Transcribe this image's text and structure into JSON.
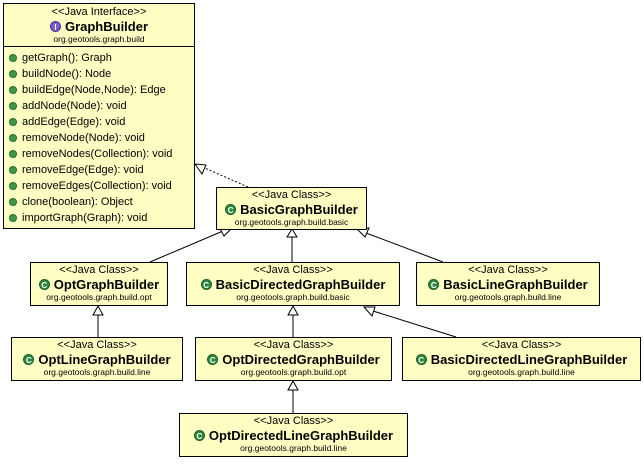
{
  "interface": {
    "stereotype": "<<Java Interface>>",
    "name": "GraphBuilder",
    "package": "org.geotools.graph.build",
    "icon": "interface-icon",
    "methods": [
      "getGraph(): Graph",
      "buildNode(): Node",
      "buildEdge(Node,Node): Edge",
      "addNode(Node): void",
      "addEdge(Edge): void",
      "removeNode(Node): void",
      "removeNodes(Collection): void",
      "removeEdge(Edge): void",
      "removeEdges(Collection): void",
      "clone(boolean): Object",
      "importGraph(Graph): void"
    ]
  },
  "classes": {
    "basic": {
      "stereotype": "<<Java Class>>",
      "name": "BasicGraphBuilder",
      "package": "org.geotools.graph.build.basic"
    },
    "opt": {
      "stereotype": "<<Java Class>>",
      "name": "OptGraphBuilder",
      "package": "org.geotools.graph.build.opt"
    },
    "basicDirected": {
      "stereotype": "<<Java Class>>",
      "name": "BasicDirectedGraphBuilder",
      "package": "org.geotools.graph.build.basic"
    },
    "basicLine": {
      "stereotype": "<<Java Class>>",
      "name": "BasicLineGraphBuilder",
      "package": "org.geotools.graph.build.line"
    },
    "optLine": {
      "stereotype": "<<Java Class>>",
      "name": "OptLineGraphBuilder",
      "package": "org.geotools.graph.build.line"
    },
    "optDirected": {
      "stereotype": "<<Java Class>>",
      "name": "OptDirectedGraphBuilder",
      "package": "org.geotools.graph.build.opt"
    },
    "basicDirectedLine": {
      "stereotype": "<<Java Class>>",
      "name": "BasicDirectedLineGraphBuilder",
      "package": "org.geotools.graph.build.line"
    },
    "optDirectedLine": {
      "stereotype": "<<Java Class>>",
      "name": "OptDirectedLineGraphBuilder",
      "package": "org.geotools.graph.build.line"
    }
  },
  "colors": {
    "box_fill": "#ffffc4",
    "class_icon": "#2e8b3e",
    "interface_icon": "#7a5ac8",
    "method_dot": "#3f9a4a"
  }
}
